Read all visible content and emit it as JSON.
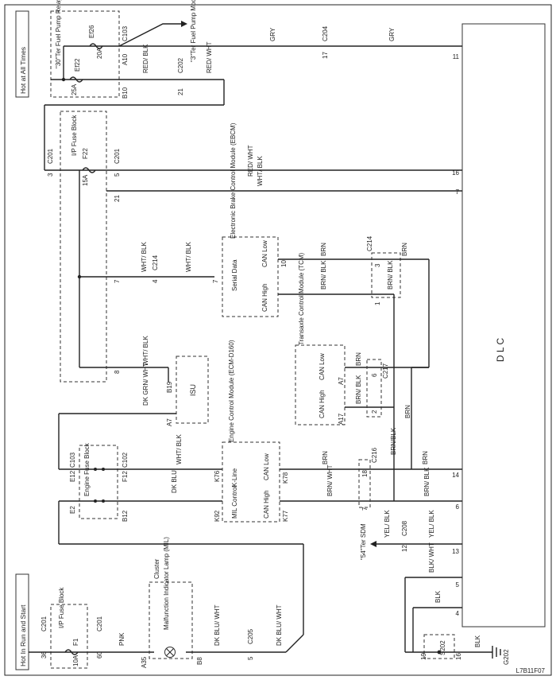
{
  "diagram": {
    "figure_id": "L7B11F07",
    "power_labels": {
      "hot_at_all_times": "Hot at All Times",
      "hot_in_run_and_start": "Hot In Run and Start"
    },
    "dlc": {
      "label": "D L C",
      "pins": {
        "p11": "11",
        "p16": "16",
        "p7": "7",
        "p14": "14",
        "p6": "6",
        "p13": "13",
        "p5": "5",
        "p4": "4"
      }
    },
    "fuel_pump_relay": {
      "label": "\"30\"Ter Fuel Pump Relay"
    },
    "fuel_pump_module": {
      "label": "\"3\"Ter Fuel Pump Module"
    },
    "connectors": {
      "c103": "C103",
      "c204": "C204",
      "c202": "C202",
      "c201": "C201",
      "c214": "C214",
      "c217": "C217",
      "c102": "C102",
      "c216": "C216",
      "c208": "C208",
      "c205": "C205"
    },
    "fuses": {
      "ef26": "Ef26",
      "ef26_amp": "20A",
      "ef22": "Ef22",
      "ef22_amp": "25A",
      "f22": "F22",
      "f22_amp": "15A",
      "f1": "F1",
      "f1_amp": "10A"
    },
    "fuse_blocks": {
      "ip_fuse_block": "I/P Fuse Block",
      "engine_fuse_block": "Engine Fuse Block"
    },
    "modules": {
      "ebcm": {
        "label": "Electronic Brake Control Module (EBCM)",
        "serial": "Serial Data",
        "can_low": "CAN Low",
        "can_high": "CAN High"
      },
      "tcm": {
        "label": "Transaxle Control Module (TCM)",
        "can_low": "CAN Low",
        "can_high": "CAN High"
      },
      "ecm": {
        "label": "Engine Control Module (ECM-D160)",
        "kline": "K-Line",
        "can_low": "CAN Low",
        "mil": "MIL Control",
        "can_high": "CAN High"
      },
      "isu": {
        "label": "ISU"
      },
      "cluster": {
        "label": "Cluster",
        "mil_lamp": "Malfunction Indicator Lamp (MIL)"
      },
      "sdm": {
        "label": "\"54\"Ter SDM"
      },
      "s202": {
        "label": "S202"
      },
      "g202": {
        "label": "G202"
      }
    },
    "wire_colors": {
      "gry": "GRY",
      "red_blk": "RED/ BLK",
      "red_wht": "RED/ WHT",
      "wht_blk": "WHT/ BLK",
      "brn": "BRN",
      "brn_blk": "BRN/ BLK",
      "brn_blk_joined": "BRN/BLK",
      "dk_grn_wht": "DK GRN/ WHT",
      "dk_blu": "DK BLU",
      "brn_wht": "BRN/ WHT",
      "yel_blk": "YEL/ BLK",
      "blk_wht": "BLK/ WHT",
      "blk": "BLK",
      "pnk": "PNK",
      "dk_blu_wht": "DK BLU/ WHT"
    },
    "pins": {
      "a10": "A10",
      "b10": "B10",
      "n17": "17",
      "n21": "21",
      "n3": "3",
      "n5": "5",
      "n21b": "21",
      "n7": "7",
      "n4": "4",
      "n7e": "7",
      "n10": "10",
      "n3b": "3",
      "n1": "1",
      "n8": "8",
      "b19": "B19",
      "a7": "A7",
      "a7t": "A7",
      "n6": "6",
      "a17": "A17",
      "n2": "2",
      "e12": "E12",
      "f12": "F12",
      "k76": "K76",
      "k78": "K78",
      "n18": "18",
      "e2": "E2",
      "b12": "B12",
      "k92": "K92",
      "k77": "K77",
      "n7c": "7",
      "n12": "12",
      "n36": "36",
      "n60": "60",
      "a35": "A35",
      "b8": "B8",
      "n5c": "5",
      "n19": "19",
      "n16": "16"
    }
  }
}
